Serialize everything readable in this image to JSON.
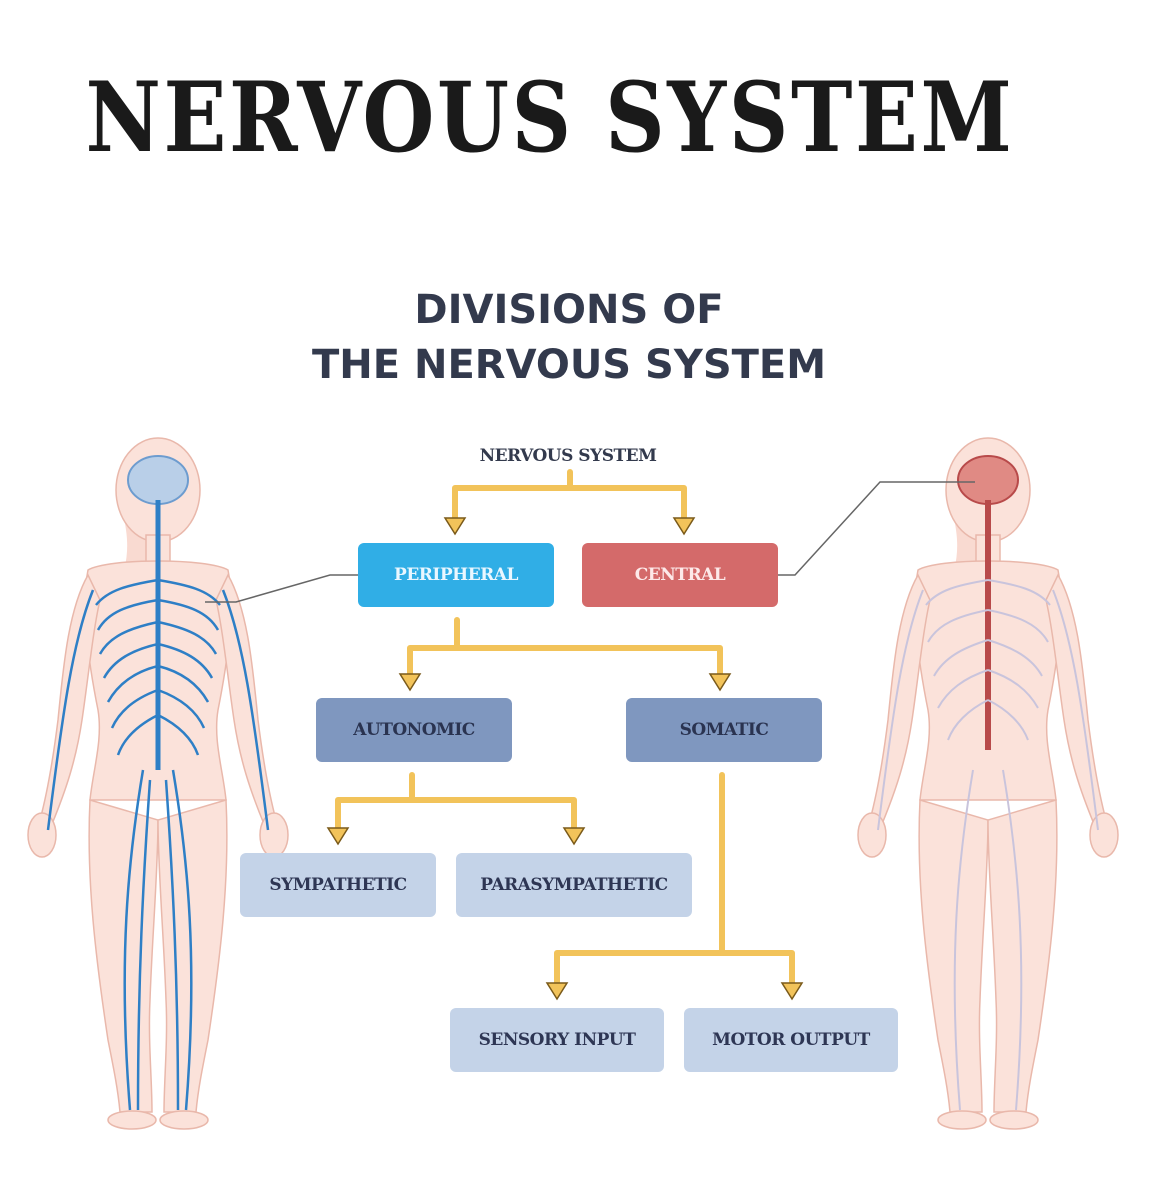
{
  "title": "NERVOUS SYSTEM",
  "diagram": {
    "heading_line1": "DIVISIONS OF",
    "heading_line2": "THE NERVOUS SYSTEM",
    "root": "NERVOUS SYSTEM",
    "nodes": {
      "peripheral": "PERIPHERAL",
      "central": "CENTRAL",
      "autonomic": "AUTONOMIC",
      "somatic": "SOMATIC",
      "sympathetic": "SYMPATHETIC",
      "parasympathetic": "PARASYMPATHETIC",
      "sensory_input": "SENSORY INPUT",
      "motor_output": "MOTOR OUTPUT"
    }
  },
  "colors": {
    "peripheral": "#30aee6",
    "central": "#d46a6a",
    "level2": "#7f97bf",
    "level3": "#c4d3e8",
    "arrow": "#f2c35a",
    "skin": "#f7d4ca",
    "nerves": "#2e7fc6"
  }
}
